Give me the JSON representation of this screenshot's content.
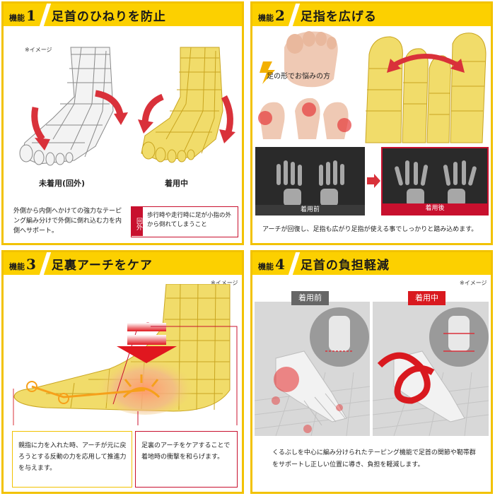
{
  "panel1": {
    "badge_label": "機能",
    "badge_number": "1",
    "title": "足首のひねりを防止",
    "image_note": "※イメージ",
    "caption_left": "未着用(回外)",
    "caption_right": "着用中",
    "description": "外側から内側へかけての強力なテーピング編み分けで外側に倒れ込む力を内側へサポート。",
    "callout_tag": "回外",
    "callout_text": "歩行時や走行時に足が小指の外から倒れてしまうこと"
  },
  "panel2": {
    "badge_label": "機能",
    "badge_number": "2",
    "title": "足指を広げる",
    "toe_caption": "足の形でお悩みの方",
    "before_label": "着用前",
    "after_label": "着用後",
    "description": "アーチが回復し、足指も広がり足指が使える事でしっかりと踏み込めます。"
  },
  "panel3": {
    "badge_label": "機能",
    "badge_number": "3",
    "title": "足裏アーチをケア",
    "image_note": "※イメージ",
    "left_text": "親指に力を入れた時、アーチが元に戻ろうとする反動の力を応用して推進力を与えます。",
    "right_text": "足裏のアーチをケアすることで着地時の衝撃を和らげます。"
  },
  "panel4": {
    "badge_label": "機能",
    "badge_number": "4",
    "title": "足首の負担軽減",
    "image_note": "※イメージ",
    "before_tag": "着用前",
    "during_tag": "着用中",
    "description": "くるぶしを中心に編み分けられたテーピング機能で足首の関節や靭帯群をサポートし正しい位置に導き、負担を軽減します。"
  },
  "colors": {
    "header_yellow": "#fcd000",
    "border_yellow": "#f2c200",
    "accent_red": "#c8102e",
    "foot_yellow": "#f1dc6a"
  }
}
